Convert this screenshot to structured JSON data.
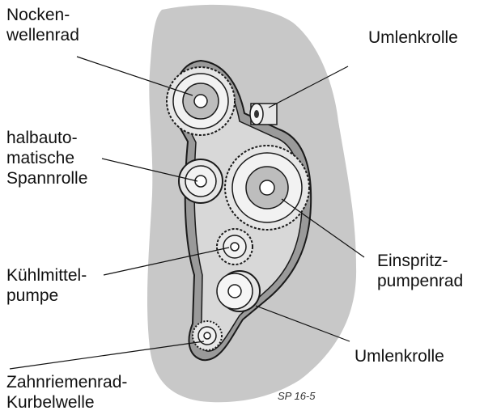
{
  "labels": {
    "nockenwellenrad": [
      "Nocken-",
      "wellenrad"
    ],
    "umlenkrolle_top": "Umlenkrolle",
    "spannrolle": [
      "halbauto-",
      "matische",
      "Spannrolle"
    ],
    "einspritzpumpenrad": [
      "Einspritz-",
      "pumpenrad"
    ],
    "kuehlmittelpumpe": [
      "Kühlmittel-",
      "pumpe"
    ],
    "umlenkrolle_bottom": "Umlenkrolle",
    "kurbelwelle": [
      "Zahnriemenrad-",
      "Kurbelwelle"
    ]
  },
  "caption": "SP 16-5",
  "colors": {
    "housing": "#c8c8c8",
    "belt": "#9a9a9a",
    "belt_dark": "#555555",
    "pulley": "#e6e6e6",
    "stroke": "#1a1a1a"
  }
}
